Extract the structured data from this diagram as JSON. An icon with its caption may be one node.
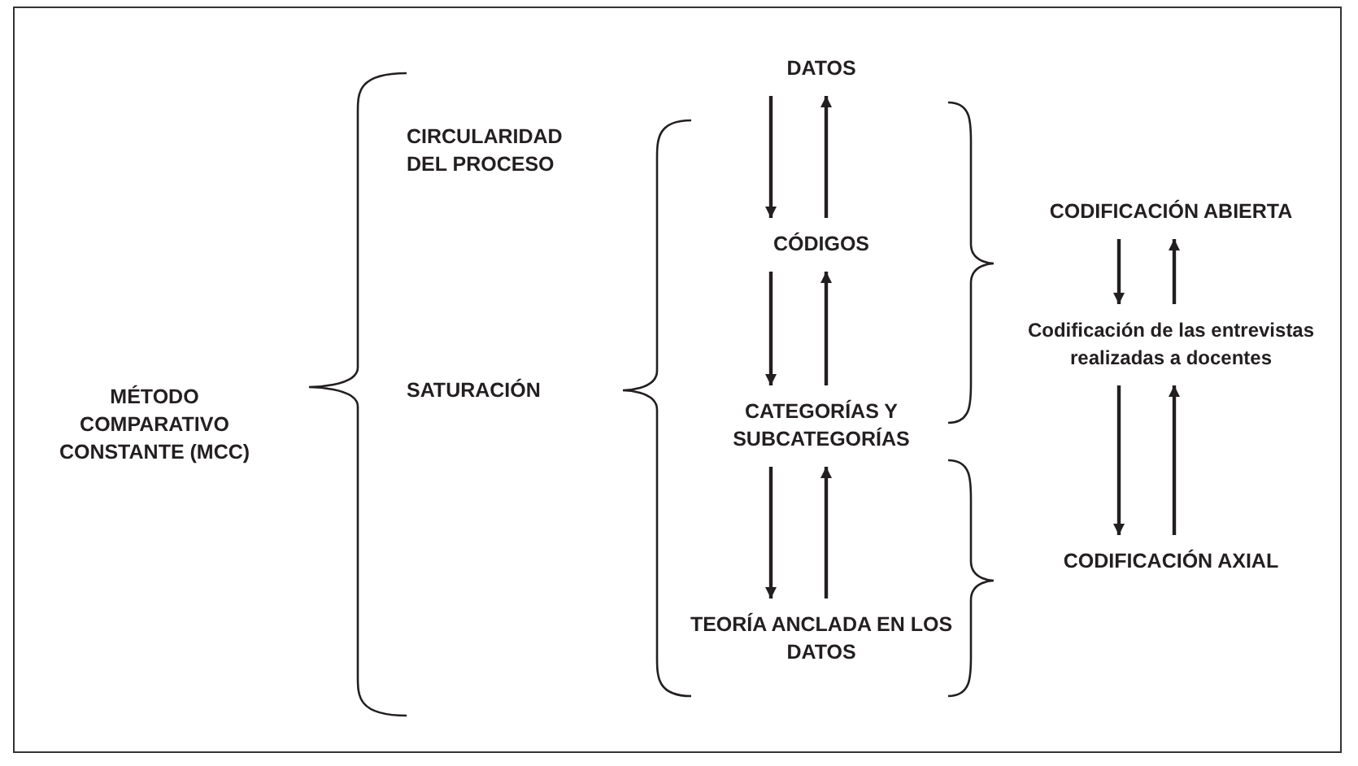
{
  "diagram": {
    "nodes": [
      {
        "text": [
          "MÉTODO COMPARATIVO CONSTANTE (MCC)"
        ]
      },
      {
        "text": [
          "CIRCULARIDAD DEL PROCESO"
        ]
      },
      {
        "text": [
          "SATURACIÓN"
        ]
      },
      {
        "text": [
          "DATOS"
        ]
      },
      {
        "text": [
          "CÓDIGOS"
        ]
      },
      {
        "text": [
          "CATEGORÍAS Y SUBCATEGORÍAS"
        ]
      },
      {
        "text": [
          "TEORÍA ANCLADA EN LOS DATOS"
        ]
      },
      {
        "text": [
          "CODIFICACIÓN ABIERTA"
        ]
      },
      {
        "text": [
          "Codificación de las entrevistas realizadas a docentes"
        ]
      },
      {
        "text": [
          "CODIFICACIÓN AXIAL"
        ]
      }
    ],
    "edges": [
      {
        "from": 3,
        "to": 4,
        "arrow": "to"
      },
      {
        "from": 4,
        "to": 3,
        "arrow": "to"
      },
      {
        "from": 4,
        "to": 5,
        "arrow": "to"
      },
      {
        "from": 5,
        "to": 4,
        "arrow": "to"
      },
      {
        "from": 5,
        "to": 6,
        "arrow": "to"
      },
      {
        "from": 6,
        "to": 5,
        "arrow": "to"
      },
      {
        "from": 7,
        "to": 8,
        "arrow": "to"
      },
      {
        "from": 8,
        "to": 7,
        "arrow": "to"
      },
      {
        "from": 8,
        "to": 9,
        "arrow": "to"
      },
      {
        "from": 9,
        "to": 8,
        "arrow": "to"
      }
    ]
  }
}
